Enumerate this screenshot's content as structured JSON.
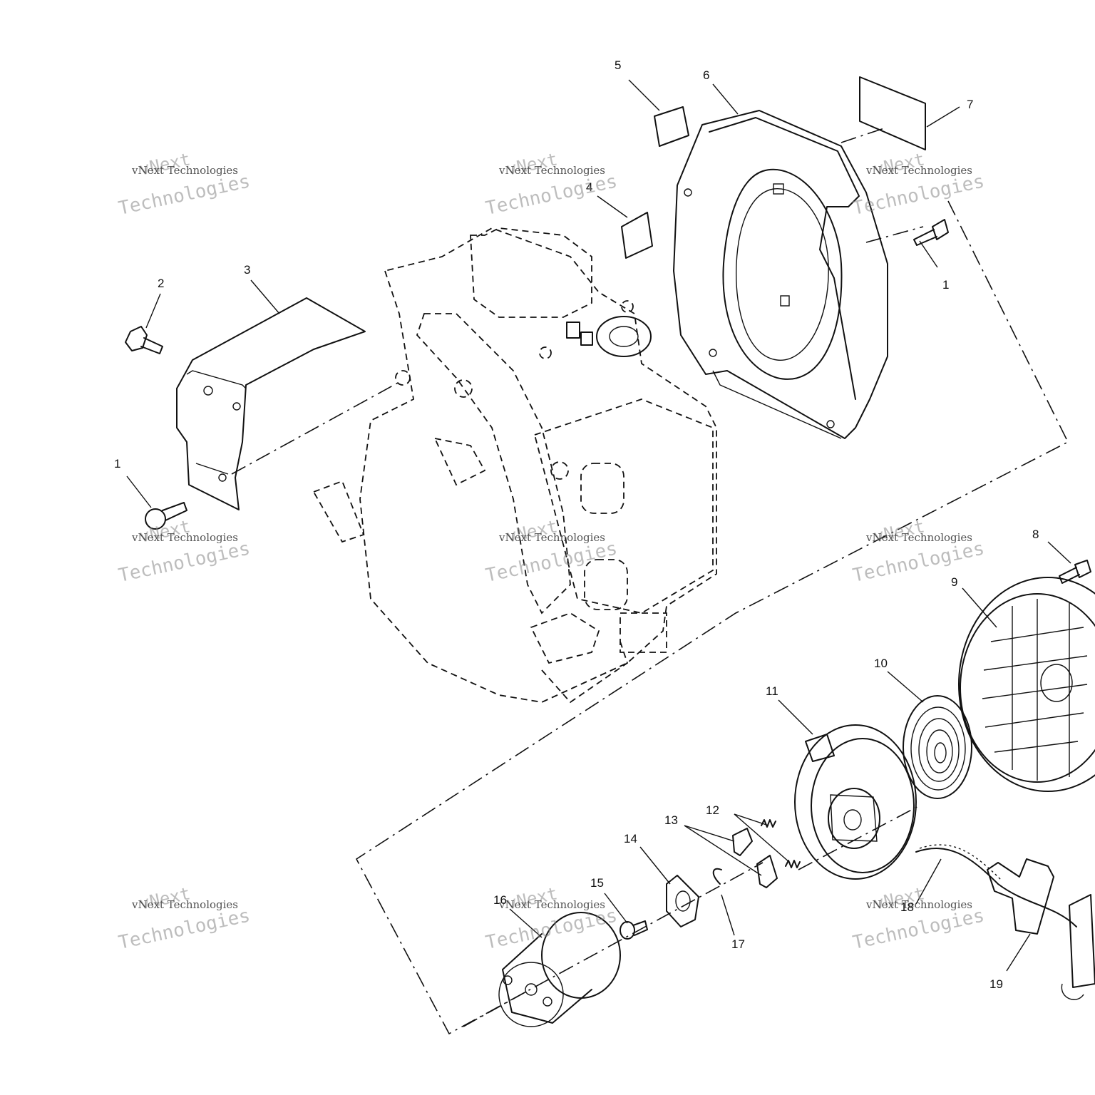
{
  "callouts": {
    "c1a": "1",
    "c1b": "1",
    "c2": "2",
    "c3": "3",
    "c4": "4",
    "c5": "5",
    "c6": "6",
    "c7": "7",
    "c8": "8",
    "c9": "9",
    "c10": "10",
    "c11": "11",
    "c12": "12",
    "c13": "13",
    "c14": "14",
    "c15": "15",
    "c16": "16",
    "c17": "17",
    "c18": "18",
    "c19": "19"
  },
  "watermark": {
    "line1": "vNext",
    "line2": "vNext Technologies",
    "line3": "Technologies"
  },
  "colors": {
    "line": "#111111",
    "background": "#ffffff",
    "watermark": "#888888"
  }
}
